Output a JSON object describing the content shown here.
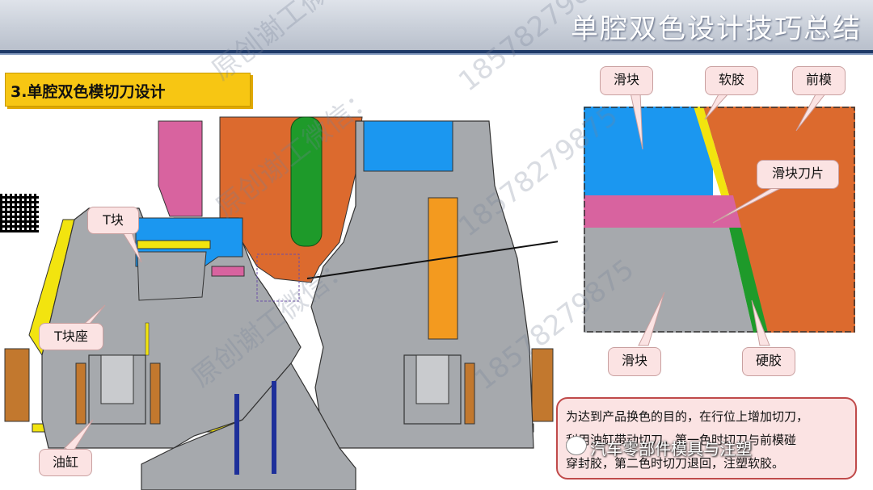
{
  "header": {
    "title": "单腔双色设计技巧总结"
  },
  "section": {
    "title": "3.单腔双色模切刀设计"
  },
  "mold_labels": {
    "t_block": "T块",
    "t_block_seat": "T块座",
    "oil_cylinder": "油缸"
  },
  "detail_labels": {
    "slider_top": "滑块",
    "soft_rubber": "软胶",
    "front_mold": "前模",
    "slider_blade": "滑块刀片",
    "slider_bottom": "滑块",
    "hard_rubber": "硬胶"
  },
  "note": {
    "line1": "为达到产品换色的目的，在行位上增加切刀，",
    "line2": "利用油缸带动切刀，第一色时切刀与前模碰",
    "line3": "穿封胶，第二色时切刀退回，注塑软胶。"
  },
  "watermarks": {
    "text_a": "原创谢工微信：",
    "text_b": "18578279875",
    "brand": "汽车零部件模具与注塑"
  },
  "colors": {
    "mold_gray": "#a6a9ad",
    "slider_blue": "#1b97f0",
    "front_mold_orange": "#dc6a2e",
    "blade_pink": "#d8639f",
    "soft_yellow": "#f2e40f",
    "hard_green": "#1e9a2a",
    "accent_yellow": "#f7c613"
  }
}
